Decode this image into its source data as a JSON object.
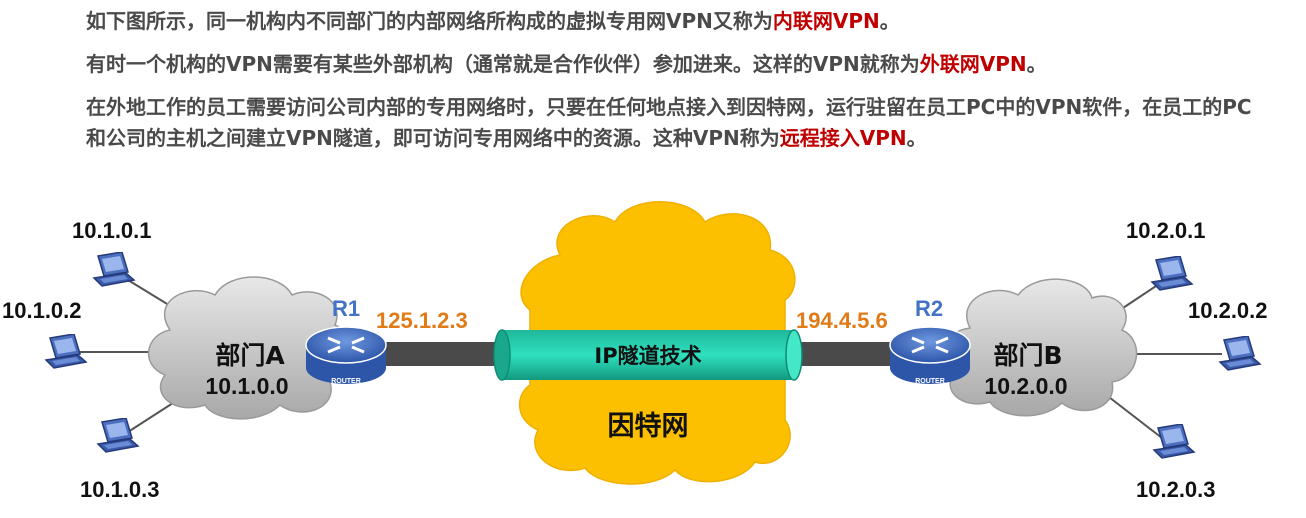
{
  "text": {
    "p1_pre": "如下图所示，同一机构内不同部门的内部网络所构成的虚拟专用网VPN又称为",
    "p1_hl": "内联网VPN",
    "p1_post": "。",
    "p2_pre": "有时一个机构的VPN需要有某些外部机构（通常就是合作伙伴）参加进来。这样的VPN就称为",
    "p2_hl": "外联网VPN",
    "p2_post": "。",
    "p3_pre": "在外地工作的员工需要访问公司内部的专用网络时，只要在任何地点接入到因特网，运行驻留在员工PC中的VPN软件，在员工的PC和公司的主机之间建立VPN隧道，即可访问专用网络中的资源。这种VPN称为",
    "p3_hl": "远程接入VPN",
    "p3_post": "。"
  },
  "diagram": {
    "dept_a": {
      "name": "部门A",
      "network": "10.1.0.0"
    },
    "dept_b": {
      "name": "部门B",
      "network": "10.2.0.0"
    },
    "hosts_a": [
      "10.1.0.1",
      "10.1.0.2",
      "10.1.0.3"
    ],
    "hosts_b": [
      "10.2.0.1",
      "10.2.0.2",
      "10.2.0.3"
    ],
    "router1": {
      "name": "R1",
      "address": "125.1.2.3",
      "badge": "ROUTER"
    },
    "router2": {
      "name": "R2",
      "address": "194.4.5.6",
      "badge": "ROUTER"
    },
    "tunnel_label": "IP隧道技术",
    "internet_label": "因特网"
  },
  "colors": {
    "highlight": "#c00000",
    "internet_cloud": "#fcc000",
    "tunnel": "#00c7a4",
    "router": "#4472c4",
    "address": "#e07b18"
  }
}
